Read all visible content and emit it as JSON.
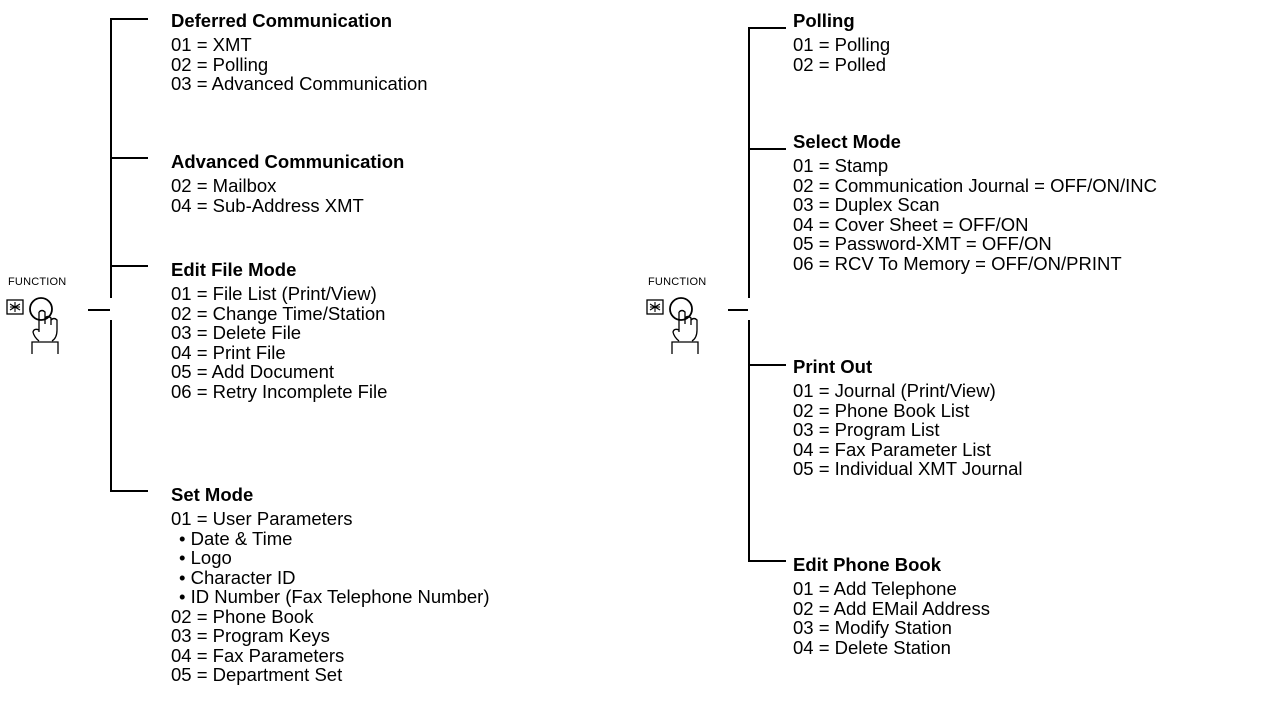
{
  "left": {
    "function_label": "FUNCTION",
    "groups": [
      {
        "title": "Deferred Communication",
        "items": [
          "01 = XMT",
          "02 = Polling",
          "03 = Advanced Communication"
        ]
      },
      {
        "title": "Advanced Communication",
        "items": [
          "02 = Mailbox",
          "04 = Sub-Address XMT"
        ]
      },
      {
        "title": "Edit File Mode",
        "items": [
          "01 = File List (Print/View)",
          "02 = Change Time/Station",
          "03 = Delete File",
          "04 = Print File",
          "05 = Add Document",
          "06 = Retry Incomplete File"
        ]
      },
      {
        "title": "Set Mode",
        "items": [
          "01 = User Parameters",
          "• Date & Time",
          "• Logo",
          "• Character ID",
          "• ID Number (Fax Telephone Number)",
          "02 = Phone Book",
          "03 = Program Keys",
          "04 = Fax Parameters",
          "05 = Department Set"
        ]
      }
    ]
  },
  "right": {
    "function_label": "FUNCTION",
    "groups": [
      {
        "title": "Polling",
        "items": [
          "01 = Polling",
          "02 = Polled"
        ]
      },
      {
        "title": "Select Mode",
        "items": [
          "01 = Stamp",
          "02 = Communication Journal = OFF/ON/INC",
          "03 = Duplex Scan",
          "04 = Cover Sheet = OFF/ON",
          "05 = Password-XMT = OFF/ON",
          "06 = RCV To Memory = OFF/ON/PRINT"
        ]
      },
      {
        "title": "Print Out",
        "items": [
          "01 = Journal (Print/View)",
          "02 = Phone Book List",
          "03 = Program List",
          "04 = Fax Parameter List",
          "05 = Individual XMT Journal"
        ]
      },
      {
        "title": "Edit Phone Book",
        "items": [
          "01 = Add Telephone",
          "02 = Add EMail Address",
          "03 = Modify Station",
          "04 = Delete Station"
        ]
      }
    ]
  }
}
